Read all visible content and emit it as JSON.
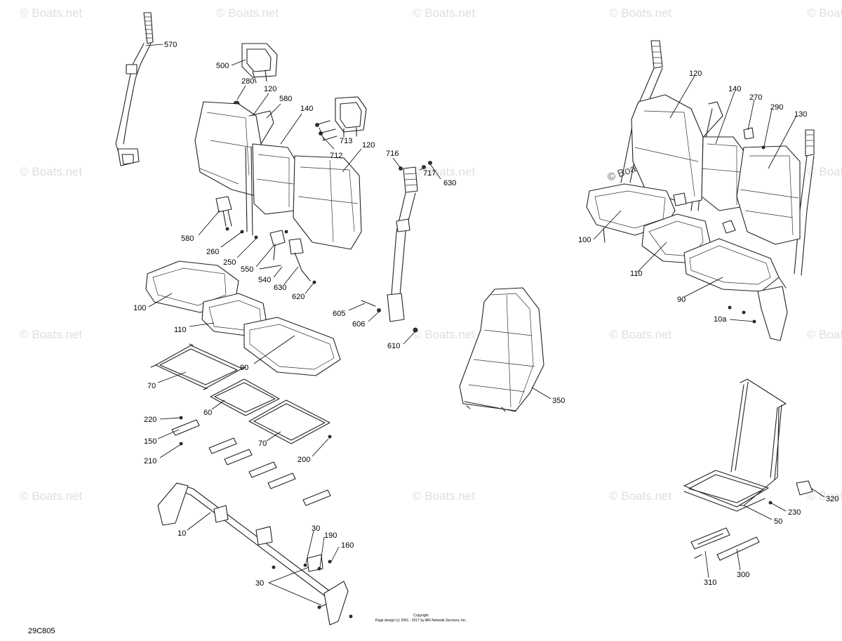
{
  "diagram_id": "29C805",
  "copyright": {
    "line1": "Copyright",
    "line2": "Page design (c) 2001 - 2017 by ARI Network Services, Inc."
  },
  "watermark_text": "© Boats.net",
  "callouts": {
    "c570": "570",
    "c500": "500",
    "c280": "280",
    "c120a": "120",
    "c580a": "580",
    "c140a": "140",
    "c713": "713",
    "c712": "712",
    "c120b": "120",
    "c716": "716",
    "c717": "717",
    "c630a": "630",
    "c580b": "580",
    "c260": "260",
    "c250": "250",
    "c550": "550",
    "c540": "540",
    "c630b": "630",
    "c620": "620",
    "c100a": "100",
    "c110a": "110",
    "c90a": "90",
    "c605": "605",
    "c606": "606",
    "c610": "610",
    "c70a": "70",
    "c60": "60",
    "c220": "220",
    "c150": "150",
    "c70b": "70",
    "c210": "210",
    "c200": "200",
    "c10": "10",
    "c30a": "30",
    "c190": "190",
    "c160": "160",
    "c30b": "30",
    "c350": "350",
    "c120c": "120",
    "c140b": "140",
    "c270": "270",
    "c290": "290",
    "c130": "130",
    "c100b": "100",
    "c110b": "110",
    "c90b": "90",
    "c10a": "10a",
    "c320": "320",
    "c230": "230",
    "c50": "50",
    "c300": "300",
    "c310": "310"
  }
}
